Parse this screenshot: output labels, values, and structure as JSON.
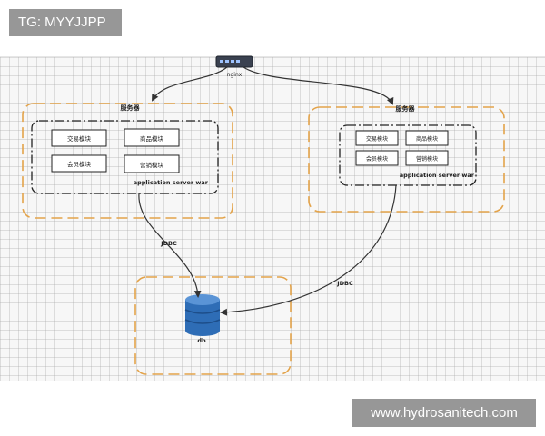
{
  "watermarks": {
    "top_left": "TG: MYYJJPP",
    "bottom_right": "www.hydrosanitech.com"
  },
  "diagram": {
    "load_balancer": "nginx",
    "server_left": {
      "title": "服务器",
      "modules": [
        "交易模块",
        "商品模块",
        "会员模块",
        "营销模块"
      ],
      "container": "application server war"
    },
    "server_right": {
      "title": "服务器",
      "modules": [
        "交易模块",
        "商品模块",
        "会员模块",
        "营销模块"
      ],
      "container": "application server war"
    },
    "connection_left": "JDBC",
    "connection_right": "JDBC",
    "database": "db"
  },
  "colors": {
    "server_border": "#e3a34a",
    "db_border": "#e3a34a",
    "database_blue": "#2e6db6",
    "arrow": "#333333"
  }
}
